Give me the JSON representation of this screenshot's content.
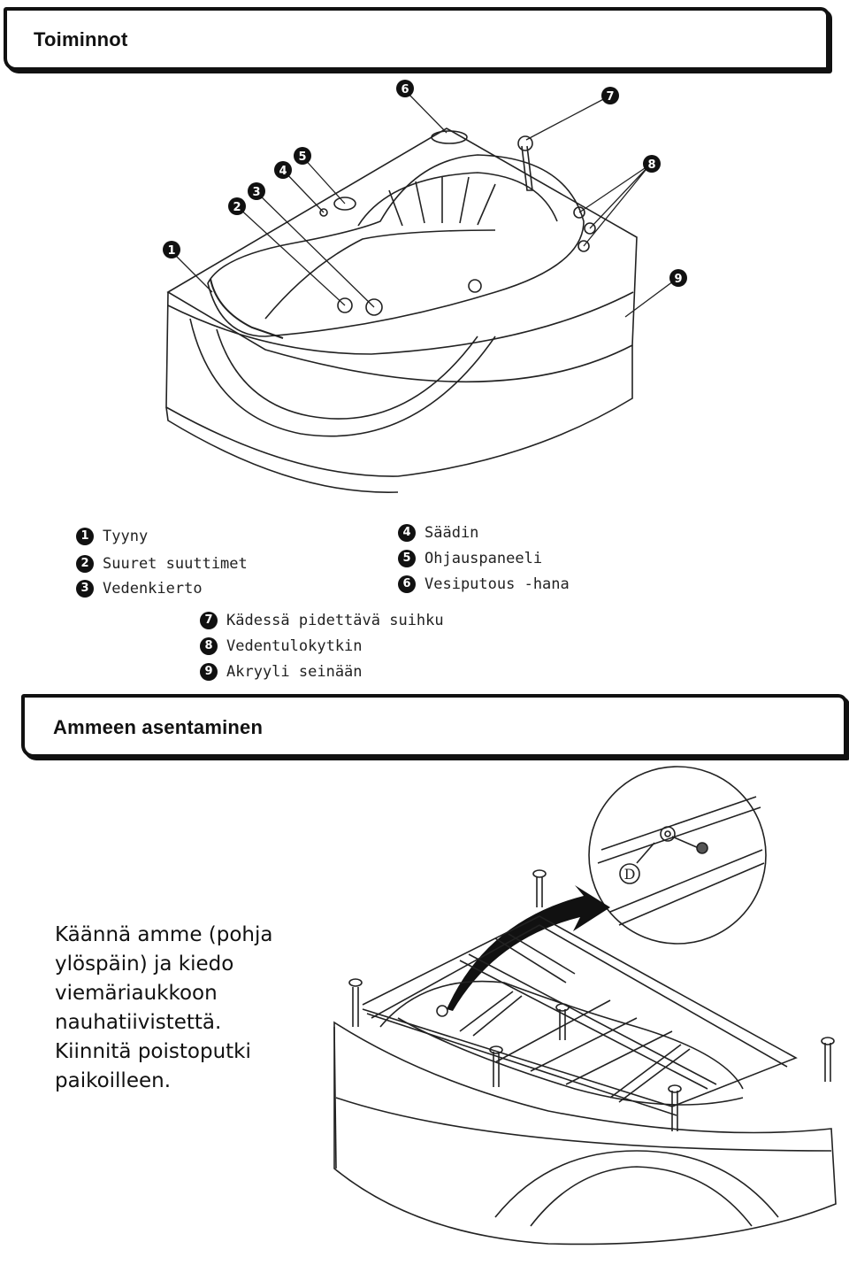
{
  "sections": [
    {
      "title": "Toiminnot"
    },
    {
      "title": "Ammeen asentaminen"
    }
  ],
  "parts_legend": [
    {
      "num": "1",
      "label": "Tyyny"
    },
    {
      "num": "2",
      "label": "Suuret suuttimet"
    },
    {
      "num": "3",
      "label": "Vedenkierto"
    },
    {
      "num": "4",
      "label": "Säädin"
    },
    {
      "num": "5",
      "label": "Ohjauspaneeli"
    },
    {
      "num": "6",
      "label": "Vesiputous -hana"
    },
    {
      "num": "7",
      "label": "Kädessä pidettävä suihku"
    },
    {
      "num": "8",
      "label": "Vedentulokytkin"
    },
    {
      "num": "9",
      "label": "Akryyli seinään"
    }
  ],
  "callout_numbers": [
    "1",
    "2",
    "3",
    "4",
    "5",
    "6",
    "7",
    "8",
    "9"
  ],
  "detail_label": "D",
  "instruction_lines": [
    "Käännä amme (pohja",
    "ylöspäin) ja kiedo",
    "viemäriaukkoon",
    "nauhatiivistettä.",
    "Kiinnitä poistoputki",
    "paikoilleen."
  ]
}
